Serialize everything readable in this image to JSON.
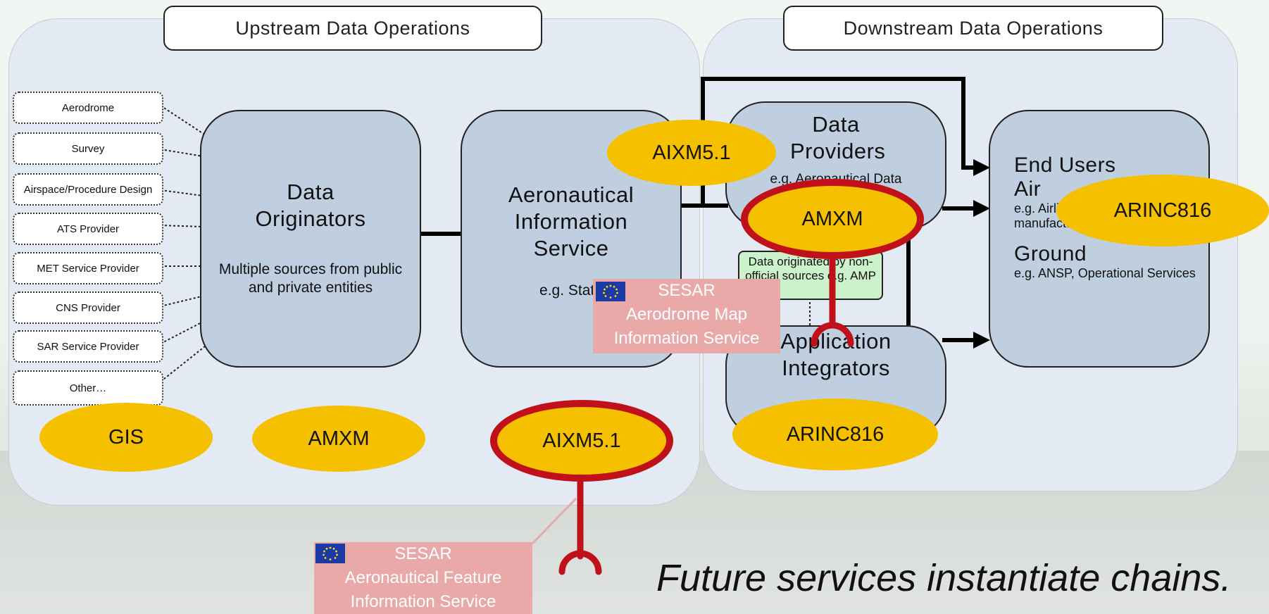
{
  "headers": {
    "upstream": "Upstream Data Operations",
    "downstream": "Downstream Data Operations"
  },
  "sources": [
    "Aerodrome",
    "Survey",
    "Airspace/Procedure Design",
    "ATS Provider",
    "MET Service Provider",
    "CNS Provider",
    "SAR Service Provider",
    "Other…"
  ],
  "nodes": {
    "originators": {
      "title": "Data Originators",
      "subtitle": "Multiple sources from public and private entities"
    },
    "ais": {
      "title": "Aeronautical Information Service",
      "subtitle": "e.g. State"
    },
    "providers": {
      "title": "Data Providers",
      "subtitle": "e.g. Aeronautical Data"
    },
    "integrators": {
      "title": "Application Integrators"
    },
    "endusers": {
      "title": "End Users",
      "air": "Air",
      "air_sub": "e.g. Airlines, Aircraft manufacturers",
      "ground": "Ground",
      "ground_sub": "e.g. ANSP, Operational Services"
    }
  },
  "green_note": "Data originated by non-official sources e.g. AMP",
  "ovals": {
    "gis": "GIS",
    "amxm_left": "AMXM",
    "aixm_bottom": "AIXM5.1",
    "aixm_top": "AIXM5.1",
    "amxm_center": "AMXM",
    "arinc_right": "ARINC816",
    "arinc_bottom": "ARINC816"
  },
  "sesar": {
    "map": {
      "l1": "SESAR",
      "l2": "Aerodrome Map",
      "l3": "Information Service"
    },
    "feature": {
      "l1": "SESAR",
      "l2": "Aeronautical Feature",
      "l3": "Information Service"
    }
  },
  "footer": "Future services instantiate chains.",
  "colors": {
    "oval": "#f5c000",
    "ring": "#c0101a",
    "sesar": "#e8a9a8",
    "node": "#bfcfe0"
  }
}
